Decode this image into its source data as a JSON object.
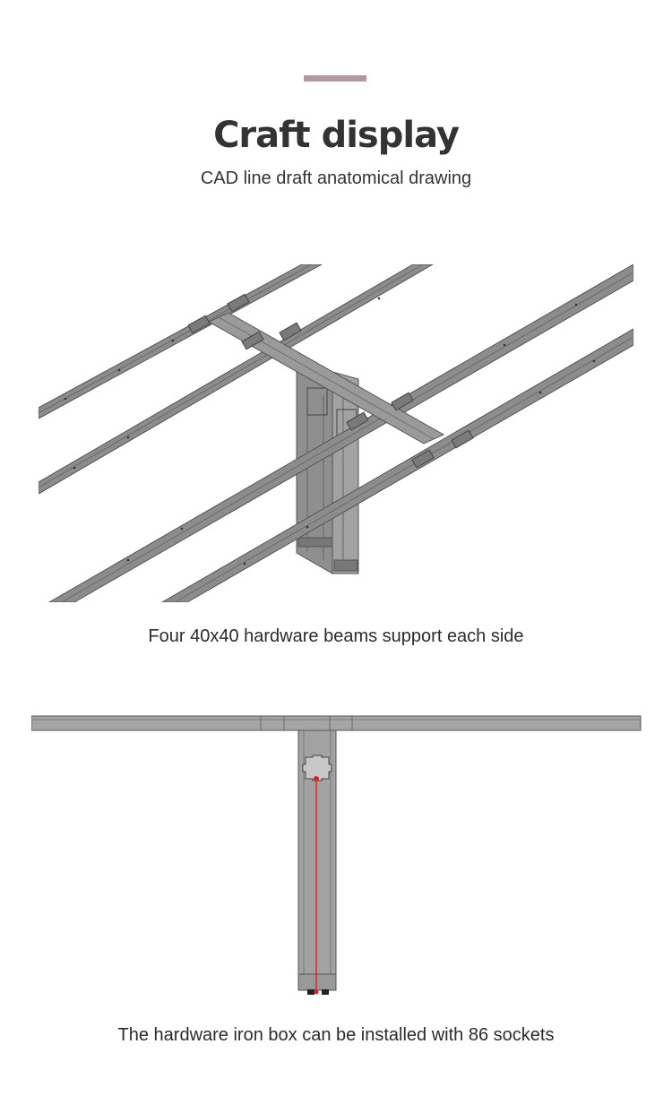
{
  "header": {
    "title": "Craft display",
    "subtitle": "CAD line draft anatomical drawing"
  },
  "sections": [
    {
      "caption": "Four 40x40 hardware beams support each side"
    },
    {
      "caption": "The hardware iron box can be installed with 86 sockets"
    }
  ],
  "colors": {
    "accent": "#b49aa0",
    "steel": "#8c8c8c",
    "steel_light": "#a8a8a8",
    "outline": "#555555",
    "highlight": "#e02020"
  }
}
